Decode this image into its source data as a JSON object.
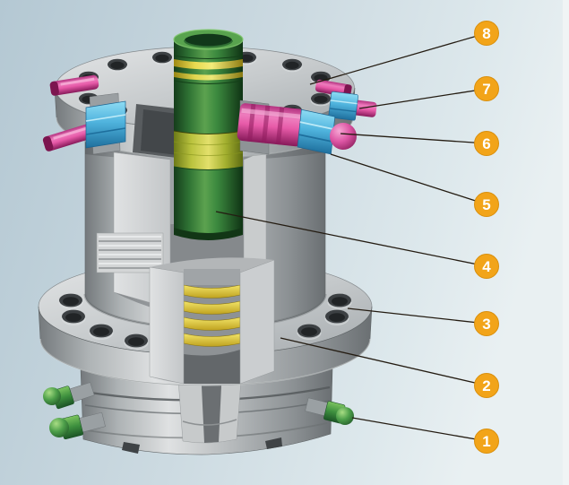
{
  "figure": {
    "callout_style": {
      "fill": "#f2a419",
      "stroke": "#d98f0c",
      "text_color": "#ffffff",
      "line_color": "#241c12",
      "radius": 13.5,
      "font_size": 17
    },
    "callouts": [
      {
        "label": "8",
        "circle": [
          543,
          37
        ],
        "target": [
          346,
          94
        ]
      },
      {
        "label": "7",
        "circle": [
          543,
          99
        ],
        "target": [
          401,
          121
        ]
      },
      {
        "label": "6",
        "circle": [
          543,
          160
        ],
        "target": [
          380,
          149
        ]
      },
      {
        "label": "5",
        "circle": [
          543,
          228
        ],
        "target": [
          369,
          172
        ]
      },
      {
        "label": "4",
        "circle": [
          543,
          297
        ],
        "target": [
          241,
          236
        ]
      },
      {
        "label": "3",
        "circle": [
          543,
          361
        ],
        "target": [
          388,
          344
        ]
      },
      {
        "label": "2",
        "circle": [
          543,
          430
        ],
        "target": [
          313,
          377
        ]
      },
      {
        "label": "1",
        "circle": [
          543,
          492
        ],
        "target": [
          393,
          466
        ]
      }
    ],
    "palette": {
      "background_left": "#b4c8d3",
      "background_right": "#e9f0f2",
      "steel_gray": "#b6babc",
      "hanger_green": "#3c8a3f",
      "band_yellow": "#e3e06b",
      "seal_yellow": "#e8d94f",
      "valve_pink": "#e75aa8",
      "valve_blue": "#4fb3dd",
      "fitting_green": "#4d9f4a"
    }
  }
}
